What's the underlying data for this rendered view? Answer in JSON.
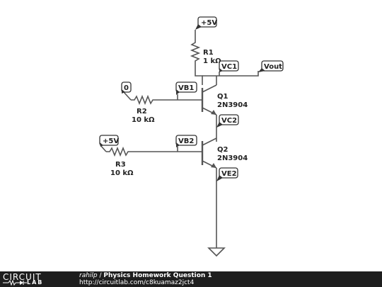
{
  "components": {
    "r1": {
      "name": "R1",
      "value": "1 kΩ"
    },
    "r2": {
      "name": "R2",
      "value": "10 kΩ"
    },
    "r3": {
      "name": "R3",
      "value": "10 kΩ"
    },
    "q1": {
      "name": "Q1",
      "part": "2N3904"
    },
    "q2": {
      "name": "Q2",
      "part": "2N3904"
    }
  },
  "nets": {
    "vcc_top": "+5V",
    "vc1": "VC1",
    "vout": "Vout",
    "in_zero": "0",
    "vb1": "VB1",
    "vc2": "VC2",
    "in_5v": "+5V",
    "vb2": "VB2",
    "ve2": "VE2"
  },
  "footer": {
    "logo_top": "CIRCUIT",
    "logo_bottom": "LAB",
    "author": "rahilp",
    "separator": " / ",
    "title": "Physics Homework Question 1",
    "url": "http://circuitlab.com/c8kuamaz2jct4"
  }
}
